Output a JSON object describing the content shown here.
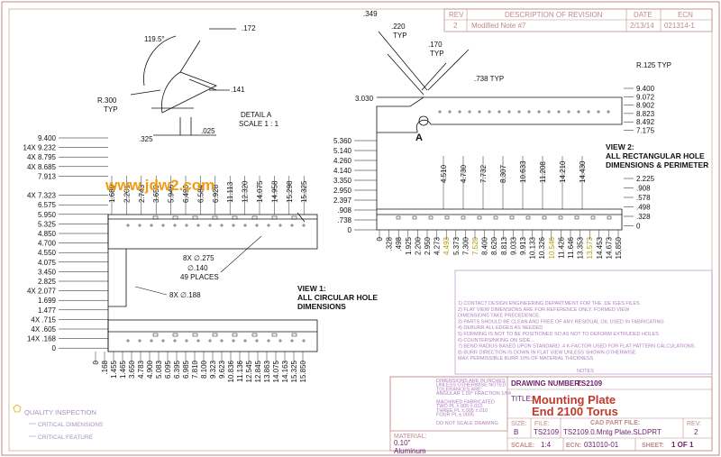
{
  "revision": {
    "headers": [
      "REV",
      "DESCRIPTION OF REVISION",
      "DATE",
      "ECN"
    ],
    "row": [
      "2",
      "Modified Note #7",
      "2/13/14",
      "021314-1"
    ]
  },
  "detail": {
    "angle": "119.5°",
    "d172": ".172",
    "r300": "R.300",
    "typ": "TYP",
    "d141": ".141",
    "d325": ".325",
    "d025": ".025",
    "title": "DETAIL A",
    "scale": "SCALE 1 : 1"
  },
  "view2_top": {
    "d349": ".349",
    "d220": ".220",
    "typ": "TYP",
    "d170": ".170",
    "typ2": "TYP",
    "d738": ".738 TYP",
    "r125": "R.125 TYP",
    "d3030": "3.030",
    "marker": "A"
  },
  "view2_right": [
    "9.400",
    "9.072",
    "8.902",
    "8.823",
    "8.492",
    "7.175"
  ],
  "view2_right_lower": [
    "2.225",
    ".908",
    ".578",
    ".498",
    ".328",
    "0"
  ],
  "view2_left": [
    "5.360",
    "5.140",
    "4.260",
    "4.140",
    "3.350",
    "2.950",
    "2.397",
    ".908",
    ".738",
    "0"
  ],
  "view2_top_vert": [
    "4.510",
    "4.730",
    "7.732",
    "8.307",
    "10.633",
    "11.208",
    "14.210",
    "14.430"
  ],
  "view2_bottom": [
    "0",
    ".328",
    ".498",
    "1.925",
    "2.200",
    "2.950",
    "4.273",
    "4.493",
    "5.373",
    "7.300",
    "7.520",
    "8.400",
    "8.620",
    "8.813",
    "9.033",
    "9.913",
    "10.133",
    "10.326",
    "10.546",
    "11.426",
    "11.646",
    "13.353",
    "13.573",
    "14.453",
    "14.673",
    "15.850"
  ],
  "view2_yellow": [
    "4.493",
    "7.520",
    "10.546",
    "13.573"
  ],
  "view2_title": [
    "VIEW 2:",
    "ALL RECTANGULAR HOLE",
    "DIMENSIONS & PERIMETER"
  ],
  "view1_left": [
    "9.400",
    "14X 9.232",
    "4X 8.795",
    "4X 8.685",
    "7.913",
    "",
    "4X 7.323",
    "6.575",
    "5.950",
    "5.325",
    "4.850",
    "4.700",
    "4.550",
    "4.075",
    "3.450",
    "2.825",
    "4X 2.077",
    "1.699",
    "1.477",
    "4X .715",
    "4X .605",
    "14X .168",
    "0"
  ],
  "view1_top_vert": [
    "1.689",
    "2.201",
    "2.743",
    "3.650",
    "5.946",
    "6.490",
    "6.584",
    "6.928",
    "11.113",
    "12.320",
    "14.075",
    "14.958",
    "15.298",
    "15.325"
  ],
  "view1_bottom": [
    "0",
    ".168",
    "1.455",
    "1.465",
    "3.650",
    "4.783",
    "4.900",
    "5.083",
    "6.095",
    "6.395",
    "6.985",
    "7.810",
    "8.100",
    "9.323",
    "9.623",
    "10.836",
    "11.136",
    "12.545",
    "12.845",
    "13.863",
    "14.075",
    "14.163",
    "15.325",
    "15.850"
  ],
  "view1_callouts": {
    "c275": "8X ∅.275",
    "c140": "∅.140",
    "places": "49 PLACES",
    "c188": "8X ∅.188"
  },
  "view1_title": [
    "VIEW 1:",
    "ALL CIRCULAR HOLE",
    "DIMENSIONS"
  ],
  "notes": {
    "label": "NOTES",
    "lines": [
      "1) CONTACT      DESIGN ENGINEERING DEPARTMENT FOR THE .DE IGES FILES",
      "2) FLAT VIEW DIMENSIONS ARE FOR REFERENCE ONLY. FORMED VIEW",
      "   DIMENSIONS TAKE PRECEDENCE.",
      "3) PARTS SHOULD BE CLEAN AND FREE OF ANY RESIDUAL OIL USED IN FABRICATING",
      "4) DEBURR ALL EDGES AS NEEDED",
      "5) FORMING IS NOT TO BE POSITIONED SO AS NOT TO DEFORM EXTRUDED HOLES",
      "6) COUNTERSINKING ON SIDE...",
      "7) BEND RADIUS BASED UPON STANDARD .4 K-FACTOR USED FOR FLAT PATTERN CALCULATIONS.",
      "8) BURR DIRECTION IS DOWN IN FLAT VIEW UNLESS SHOWN OTHERWISE",
      "   MAX PERMISSIBLE BURR 10% OF MATERIAL THICKNESS"
    ]
  },
  "tolerance_block": {
    "lines": [
      "DIMENSIONS ARE IN INCHES",
      "UNLESS OTHERWISE NOTED",
      "TOLERANCES ARE:",
      "ANGULAR 1.00°   FRACTION 1/64",
      "",
      "MACHINED       FABRICATED",
      "TWO PL  ±.005   ±.010",
      "THREE PL ±.005  ±.010",
      "FOUR PL ±.0005",
      "",
      "DO NOT SCALE DRAWING"
    ]
  },
  "inspection": {
    "title": "QUALITY INSPECTION",
    "critical_dim": "CRITICAL DIMENSIONS",
    "critical_feat": "CRITICAL FEATURE"
  },
  "material": {
    "label": "MATERIAL:",
    "thickness": "0.10\"",
    "name": "Aluminum"
  },
  "title_block": {
    "drawing_number_label": "DRAWING NUMBER:",
    "drawing_number": "TS2109",
    "title_label": "TITLE:",
    "title_line1": "Mounting Plate",
    "title_line2": "End 2100 Torus",
    "size_label": "SIZE:",
    "size": "B",
    "file_label": "FILE:",
    "file": "TS2109",
    "cad_label": "CAD PART FILE:",
    "cad_file": "TS2109.0.Mntg Plate.SLDPRT",
    "rev_label": "REV:",
    "rev": "2",
    "scale_label": "SCALE:",
    "scale": "1:4",
    "ecn_label": "ECN:",
    "ecn": "031010-01",
    "sheet_label": "SHEET:",
    "sheet": "1 OF 1"
  },
  "watermark": "www.jdw2.com",
  "colors": {
    "line": "#111111",
    "frame": "#c08a8a",
    "title": "#c0392b",
    "notes": "#b07cc0",
    "highlight": "#b59a00",
    "watermark": "#f39c12"
  }
}
